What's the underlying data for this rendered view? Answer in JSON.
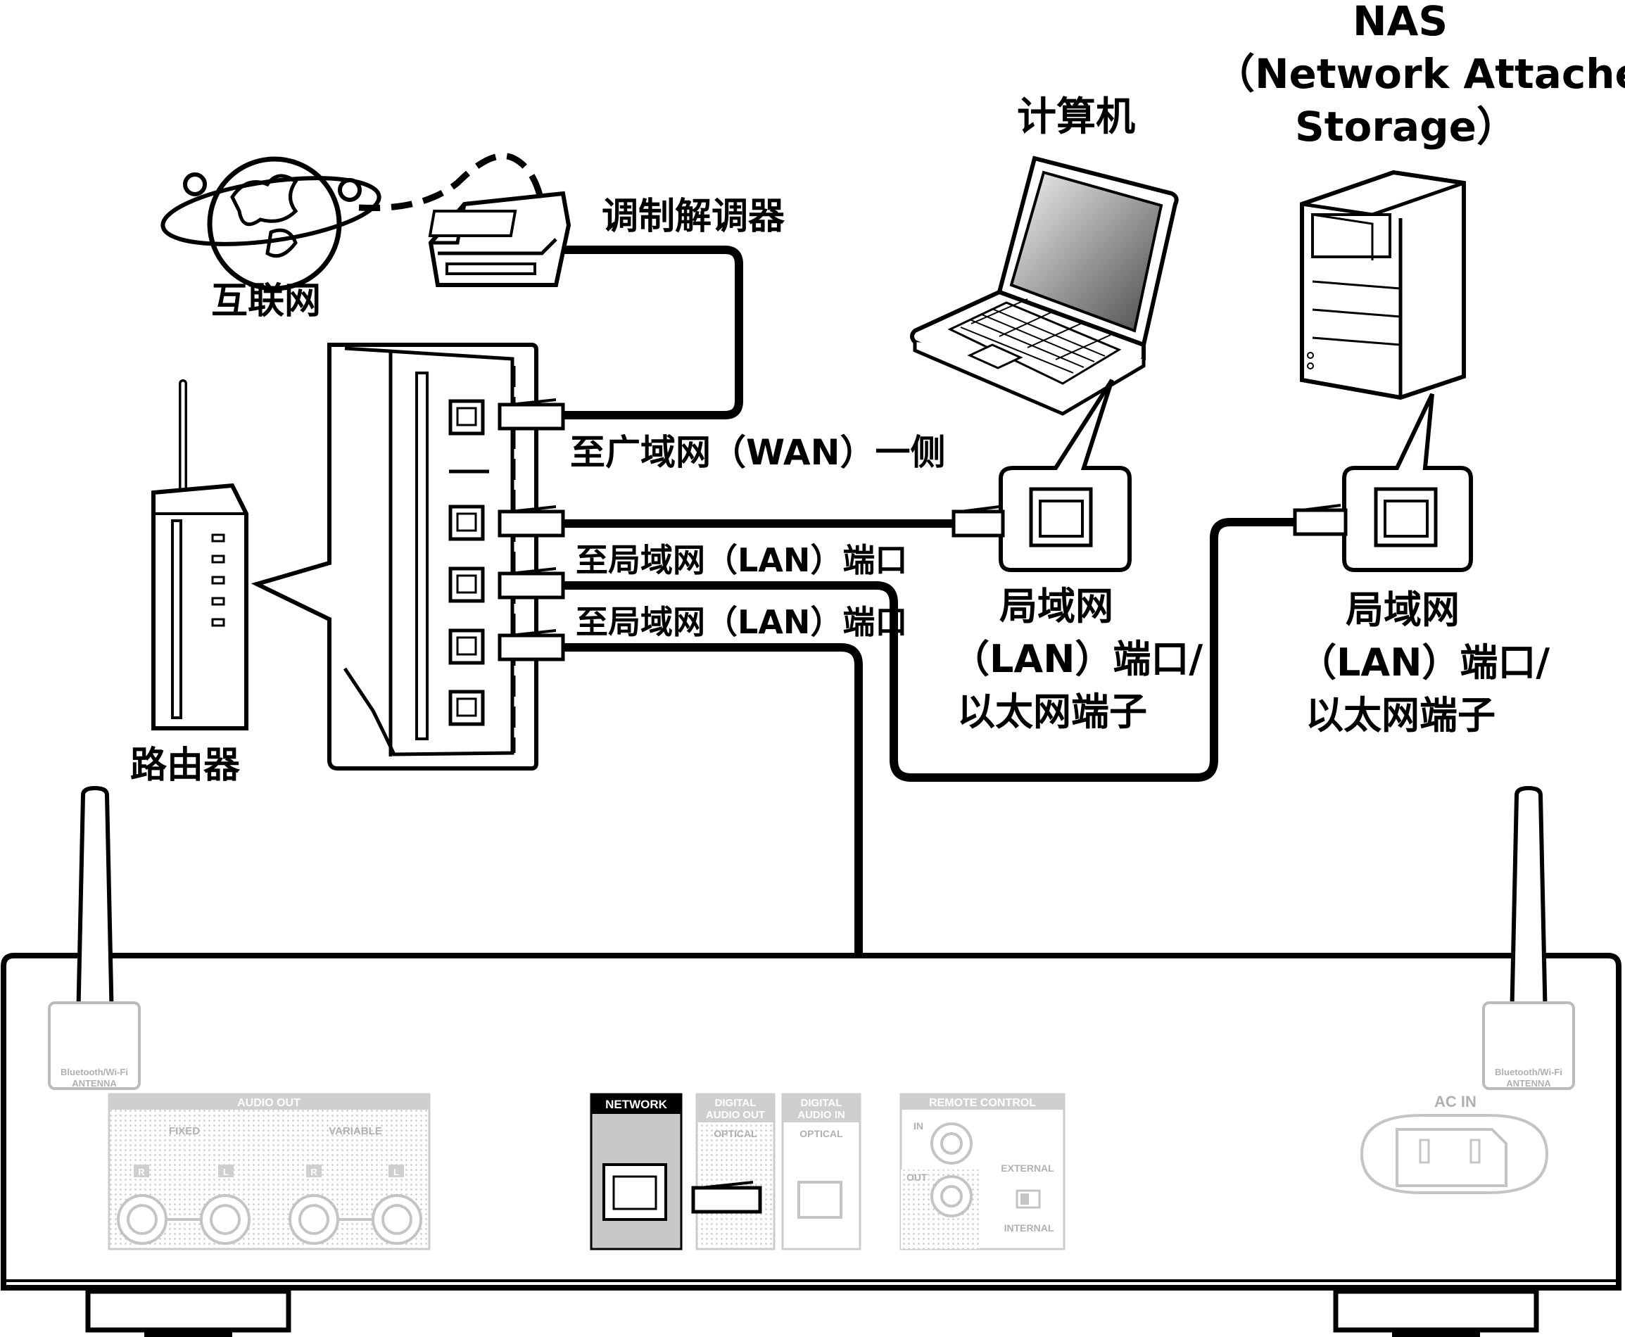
{
  "labels": {
    "internet": "互联网",
    "modem": "调制解调器",
    "router": "路由器",
    "computer": "计算机",
    "nas_line1": "NAS",
    "nas_line2": "（Network Attached",
    "nas_line3": "Storage）",
    "to_wan": "至广域网（WAN）一侧",
    "to_lan_1": "至局域网（LAN）端口",
    "to_lan_2": "至局域网（LAN）端口",
    "pc_port_line1": "局域网",
    "pc_port_line2": "（LAN）端口/",
    "pc_port_line3": "以太网端子",
    "nas_port_line1": "局域网",
    "nas_port_line2": "（LAN）端口/",
    "nas_port_line3": "以太网端子"
  },
  "rear_panel": {
    "antenna_left": [
      "Bluetooth/Wi-Fi",
      "ANTENNA"
    ],
    "antenna_right": [
      "Bluetooth/Wi-Fi",
      "ANTENNA"
    ],
    "audio_out": "AUDIO OUT",
    "fixed": "FIXED",
    "variable": "VARIABLE",
    "r": "R",
    "l": "L",
    "network": "NETWORK",
    "digital_audio_out": [
      "DIGITAL",
      "AUDIO OUT"
    ],
    "digital_audio_in": [
      "DIGITAL",
      "AUDIO IN"
    ],
    "optical": "OPTICAL",
    "remote_control": "REMOTE CONTROL",
    "in": "IN",
    "out": "OUT",
    "external": "EXTERNAL",
    "internal": "INTERNAL",
    "ac_in": "AC IN"
  },
  "colors": {
    "line": "#000000",
    "panel_gray": "#bdbdbd",
    "panel_label": "#b0b0b0",
    "network_block": "#c8c8c8"
  }
}
